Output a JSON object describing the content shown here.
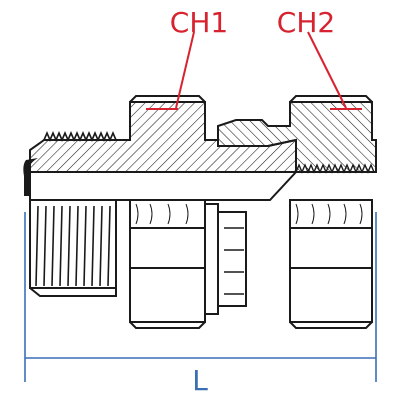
{
  "diagram": {
    "labels": {
      "ch1": "CH1",
      "ch2": "CH2",
      "length": "L"
    },
    "colors": {
      "callout": "#d7232f",
      "dimension": "#3a6fb6",
      "outline": "#1a1a1a",
      "hatch": "#1a1a1a",
      "background": "#ffffff"
    },
    "parts": [
      "male-threaded-body",
      "hex-ch1",
      "swivel-nut-ch2",
      "o-ring",
      "internal-bore"
    ]
  }
}
